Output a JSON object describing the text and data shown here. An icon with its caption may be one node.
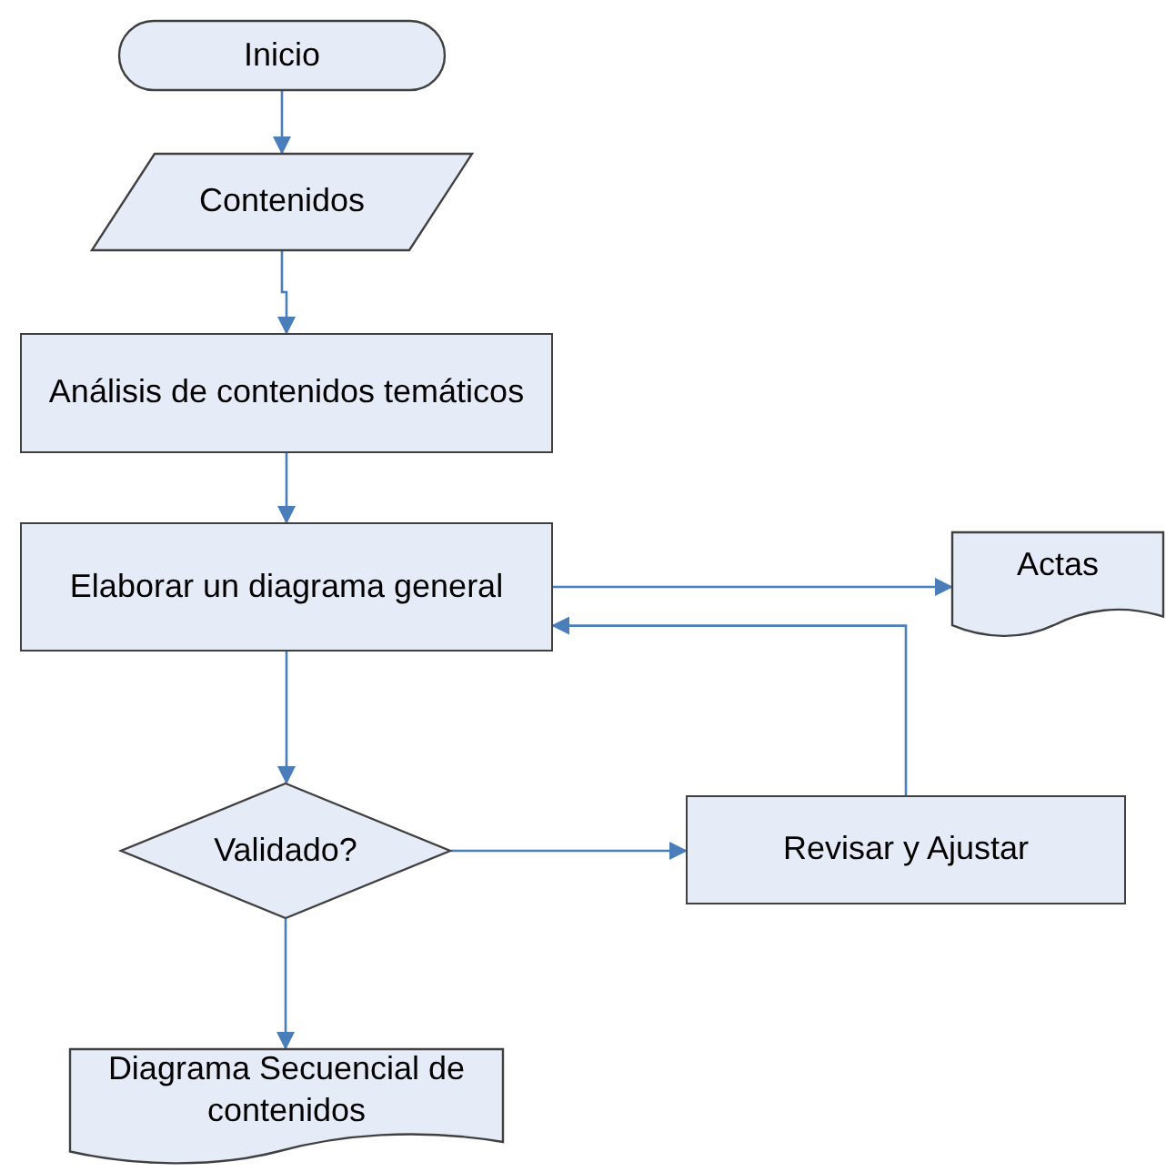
{
  "diagram": {
    "nodes": [
      {
        "text": [
          "Inicio"
        ]
      },
      {
        "text": [
          "Contenidos"
        ]
      },
      {
        "text": [
          "Análisis de contenidos temáticos"
        ]
      },
      {
        "text": [
          "Elaborar un diagrama general"
        ]
      },
      {
        "text": [
          "Actas"
        ]
      },
      {
        "text": [
          "Validado?"
        ]
      },
      {
        "text": [
          "Revisar y Ajustar"
        ]
      },
      {
        "text": [
          "Diagrama Secuencial de contenidos"
        ]
      }
    ],
    "edges": [
      {
        "from": 0,
        "to": 1,
        "arrow": "to"
      },
      {
        "from": 1,
        "to": 2,
        "arrow": "to"
      },
      {
        "from": 2,
        "to": 3,
        "arrow": "to"
      },
      {
        "from": 3,
        "to": 4,
        "arrow": "to"
      },
      {
        "from": 3,
        "to": 5,
        "arrow": "to"
      },
      {
        "from": 5,
        "to": 6,
        "arrow": "to"
      },
      {
        "from": 6,
        "to": 3,
        "arrow": "to"
      },
      {
        "from": 5,
        "to": 7,
        "arrow": "to"
      }
    ]
  }
}
